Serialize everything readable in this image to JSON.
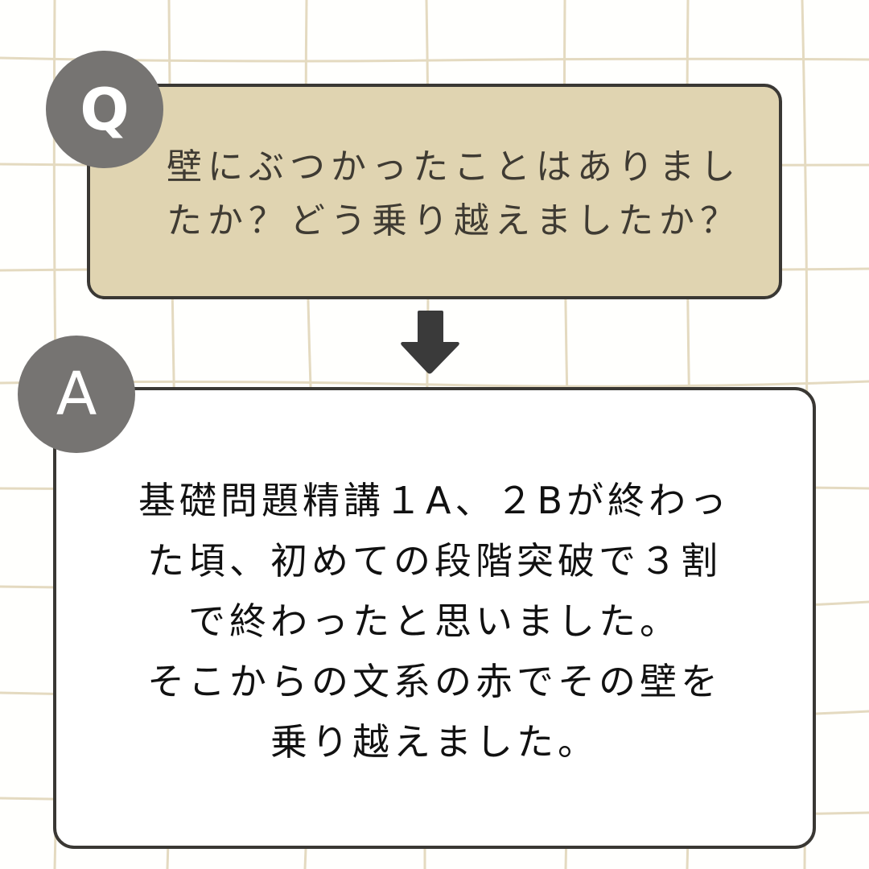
{
  "question": {
    "badge_label": "Q",
    "text": "壁にぶつかったことはありまし\nたか？どう乗り越えましたか？",
    "lines": [
      "壁にぶつかったことはありまし",
      "たか？どう乗り越えましたか？"
    ]
  },
  "connector": {
    "icon": "down-arrow-icon"
  },
  "answer": {
    "badge_label": "A",
    "text": "基礎問題精講１A、２Bが終わっ\nた頃、初めての段階突破で３割\nで終わったと思いました。\nそこからの文系の赤でその壁を\n乗り越えました。",
    "lines": [
      "基礎問題精講１A、２Bが終わっ",
      "た頃、初めての段階突破で３割",
      "で終わったと思いました。",
      "そこからの文系の赤でその壁を",
      "乗り越えました。"
    ]
  },
  "colors": {
    "background": "#fffffd",
    "grid_line": "#e4dac0",
    "question_fill": "#e0d4b1",
    "answer_fill": "#ffffff",
    "border": "#3a3834",
    "badge": "#767472",
    "badge_text": "#ffffff",
    "arrow": "#3a3a3a",
    "question_text": "#3f3b33",
    "answer_text": "#111111"
  }
}
